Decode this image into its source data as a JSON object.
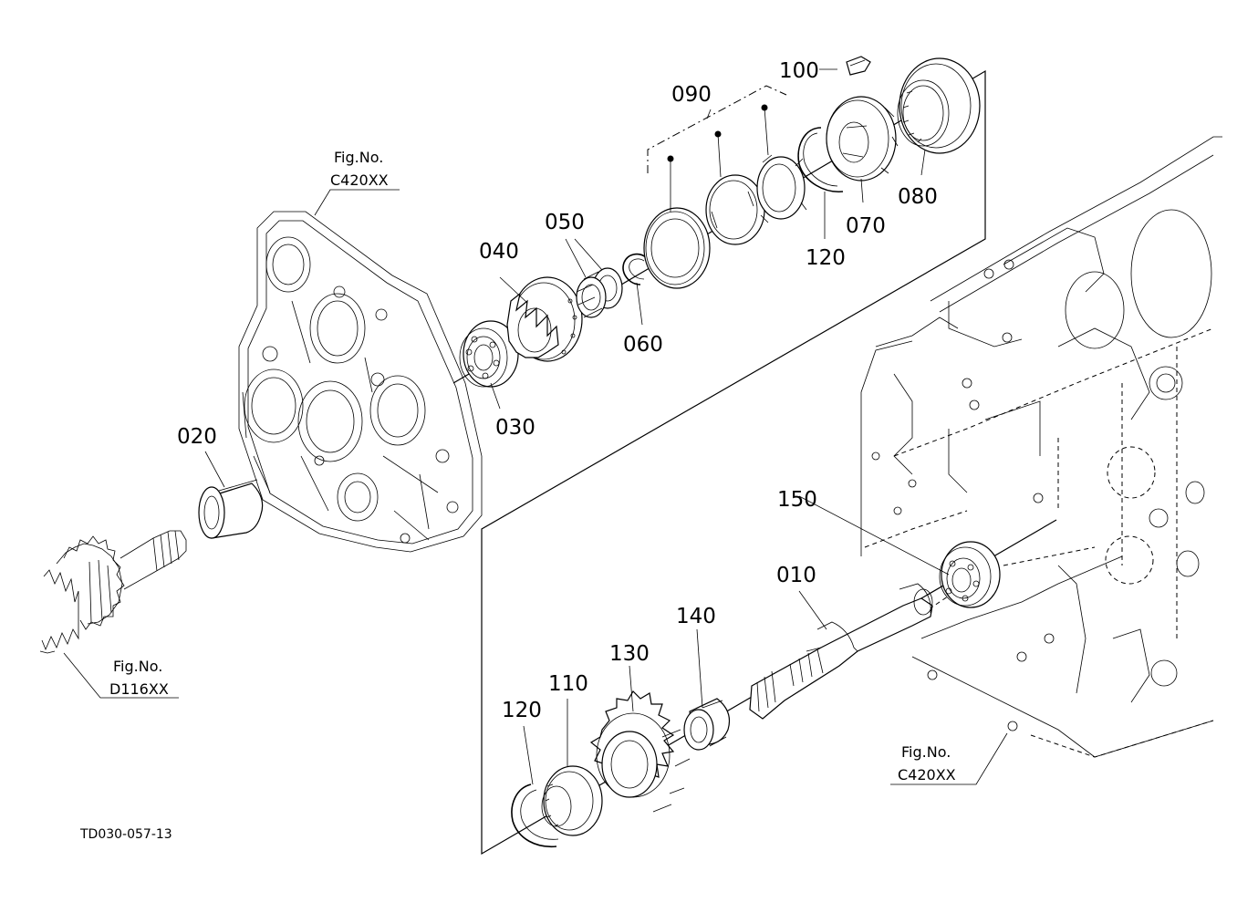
{
  "drawing_code": "TD030-057-13",
  "figure_references": [
    {
      "caption": "Fig.No.",
      "code": "C420XX"
    },
    {
      "caption": "Fig.No.",
      "code": "D116XX"
    },
    {
      "caption": "Fig.No.",
      "code": "C420XX"
    }
  ],
  "part_numbers": {
    "p010": "010",
    "p020": "020",
    "p030": "030",
    "p040": "040",
    "p050": "050",
    "p060": "060",
    "p070": "070",
    "p080": "080",
    "p090": "090",
    "p100": "100",
    "p110": "110",
    "p120a": "120",
    "p120b": "120",
    "p130": "130",
    "p140": "140",
    "p150": "150"
  }
}
